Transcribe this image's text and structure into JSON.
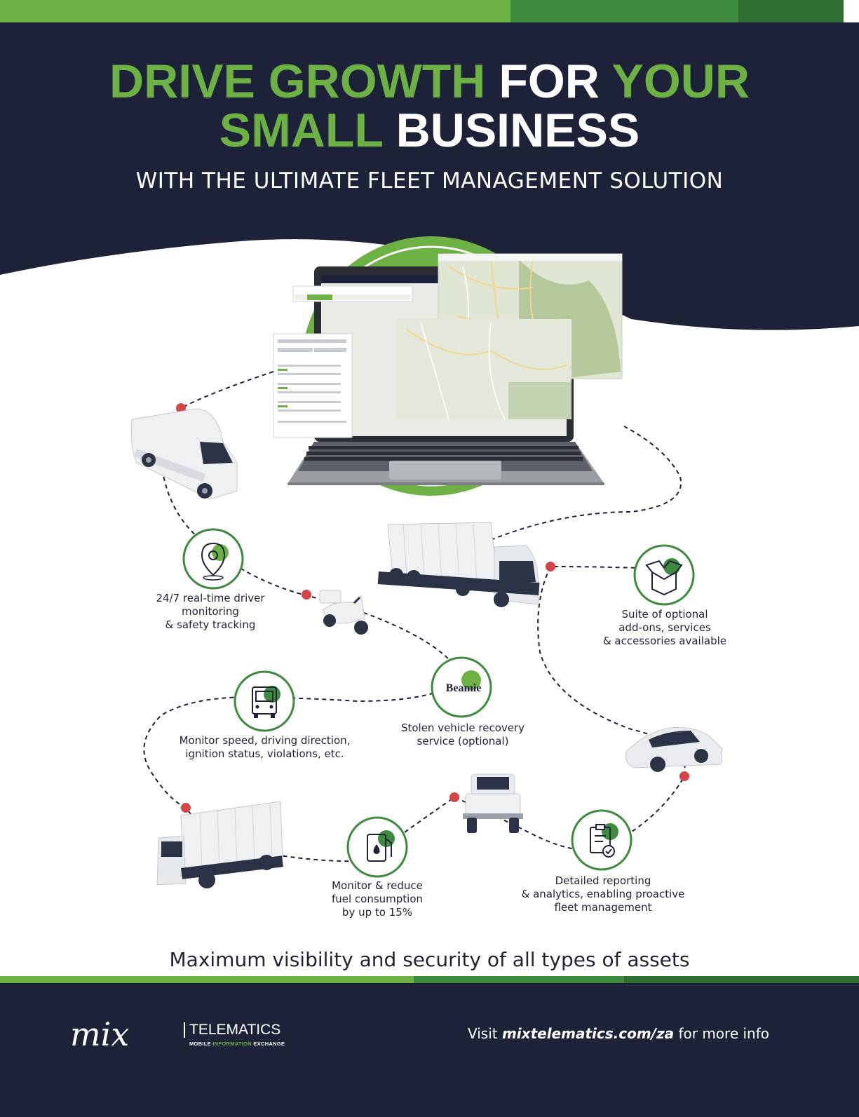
{
  "header": {
    "line1": [
      {
        "text": "DRIVE GROWTH",
        "tone": "green"
      },
      {
        "text": "FOR",
        "tone": "white"
      },
      {
        "text": "YOUR",
        "tone": "green"
      }
    ],
    "line2": [
      {
        "text": "SMALL",
        "tone": "green"
      },
      {
        "text": "BUSINESS",
        "tone": "white"
      }
    ],
    "subheadline": "WITH THE ULTIMATE FLEET MANAGEMENT SOLUTION"
  },
  "colors": {
    "navy": "#1d2239",
    "green": "#6db043",
    "dark_green": "#3e8a3e",
    "marker_red": "#d64545"
  },
  "illustration": {
    "device": "laptop-with-fleet-map-screens",
    "vehicles": [
      "van-icon",
      "truck-icon",
      "scooter-icon",
      "car-icon",
      "box-truck-icon",
      "pickup-icon"
    ]
  },
  "features": [
    {
      "icon": "location-pin-icon",
      "lines": [
        "24/7 real-time driver",
        "monitoring",
        "& safety tracking"
      ]
    },
    {
      "icon": "open-box-icon",
      "lines": [
        "Suite of optional",
        "add-ons, services",
        "& accessories available"
      ]
    },
    {
      "icon": "beamie-logo",
      "logo_text": "Beamie",
      "lines": [
        "Stolen vehicle recovery",
        "service (optional)"
      ]
    },
    {
      "icon": "truck-front-icon",
      "lines": [
        "Monitor speed, driving direction,",
        "ignition status, violations, etc."
      ]
    },
    {
      "icon": "fuel-pump-icon",
      "lines": [
        "Monitor & reduce",
        "fuel consumption",
        "by up to 15%"
      ]
    },
    {
      "icon": "clipboard-check-icon",
      "lines": [
        "Detailed reporting",
        "& analytics, enabling proactive",
        "fleet management"
      ]
    }
  ],
  "tagline": "Maximum visibility and security of all types of assets",
  "footer": {
    "logo_mark": "mix",
    "logo_telematics": "TELEMATICS",
    "logo_sub_a": "MOBILE",
    "logo_sub_b": "INFORMATION",
    "logo_sub_c": "EXCHANGE",
    "visit_prefix": "Visit",
    "visit_url": "mixtelematics.com/za",
    "visit_suffix": "for more info"
  }
}
